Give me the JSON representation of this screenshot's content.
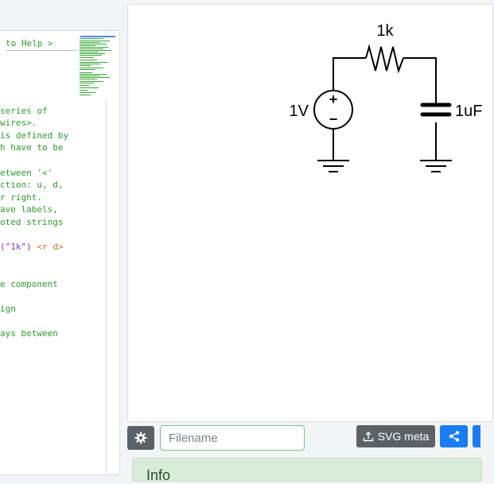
{
  "editor": {
    "lines": [
      "to Help >",
      "",
      "",
      "series of",
      "wires>.",
      "is defined by",
      "h have to be",
      "",
      "etween '<'",
      "ction: u, d,",
      "r right.",
      "ave labels,",
      "oted strings",
      "",
      "",
      "",
      "",
      "e component",
      "",
      "ign",
      "",
      "ays between"
    ],
    "code_line_string": "(\"1k\")",
    "code_line_tag": "<r d>"
  },
  "schematic": {
    "resistor_label": "1k",
    "source_label": "1V",
    "capacitor_label": "1uF",
    "plus_sign": "+",
    "minus_sign": "−"
  },
  "toolbar": {
    "filename_placeholder": "Filename",
    "filename_value": "",
    "svg_meta_label": "SVG meta"
  },
  "info": {
    "title": "Info"
  },
  "icons": {
    "settings": "gear-icon",
    "upload": "upload-icon",
    "share": "share-icon"
  },
  "colors": {
    "code_green": "#2f9a2f",
    "string_purple": "#8b2fbf",
    "secondary_button": "#5a6268",
    "primary_button": "#1a7cf4",
    "filename_border": "#6fc88b",
    "info_bg": "#d8ecd9"
  }
}
